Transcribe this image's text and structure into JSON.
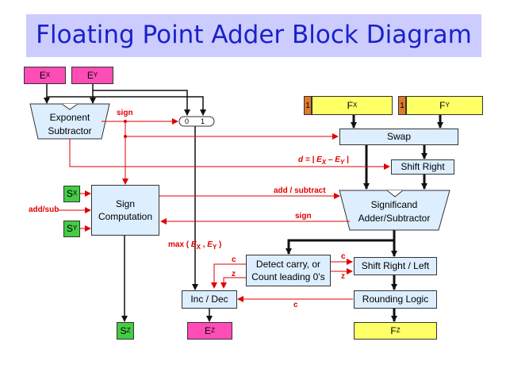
{
  "title": "Floating Point Adder Block Diagram",
  "inputs": {
    "ex": {
      "base": "E",
      "sub": "X"
    },
    "ey": {
      "base": "E",
      "sub": "Y"
    },
    "sx": {
      "base": "S",
      "sub": "X"
    },
    "sy": {
      "base": "S",
      "sub": "Y"
    },
    "fx": {
      "lead": "1",
      "base": "F",
      "sub": "X"
    },
    "fy": {
      "lead": "1",
      "base": "F",
      "sub": "Y"
    }
  },
  "outputs": {
    "sz": {
      "base": "S",
      "sub": "Z"
    },
    "ez": {
      "base": "E",
      "sub": "Z"
    },
    "fz": {
      "base": "F",
      "sub": "Z"
    }
  },
  "blocks": {
    "exponent_subtractor_l1": "Exponent",
    "exponent_subtractor_l2": "Subtractor",
    "mux_in0": "0",
    "mux_in1": "1",
    "swap": "Swap",
    "shift_right": "Shift Right",
    "sign_computation_l1": "Sign",
    "sign_computation_l2": "Computation",
    "significand_l1": "Significand",
    "significand_l2": "Adder/Subtractor",
    "detect_l1": "Detect carry, or",
    "detect_l2": "Count leading 0’s",
    "shift_right_left": "Shift Right / Left",
    "inc_dec": "Inc / Dec",
    "rounding_logic": "Rounding Logic"
  },
  "labels": {
    "sign_top": "sign",
    "d_pre": "d = | ",
    "d_e1": "E",
    "d_s1": "X",
    "d_mid": " – ",
    "d_e2": "E",
    "d_s2": "Y",
    "d_post": " |",
    "add_subtract": "add / subtract",
    "sign_mid": "sign",
    "add_sub": "add/sub",
    "max_pre": "max ( ",
    "max_e1": "E",
    "max_s1": "X",
    "max_mid": " , ",
    "max_e2": "E",
    "max_s2": "Y",
    "max_post": " )",
    "c_left": "c",
    "z_left": "z",
    "c_right": "c",
    "z_right": "z",
    "c_bottom": "c"
  },
  "colors": {
    "title_text": "#1a22c8",
    "title_bg": "#ccccff",
    "signal_red": "#e00000",
    "exponent_pink": "#ff4db8",
    "block_blue": "#ddeeff",
    "fraction_yellow": "#ffff66",
    "hidden_bit_orange": "#e07a2a"
  }
}
